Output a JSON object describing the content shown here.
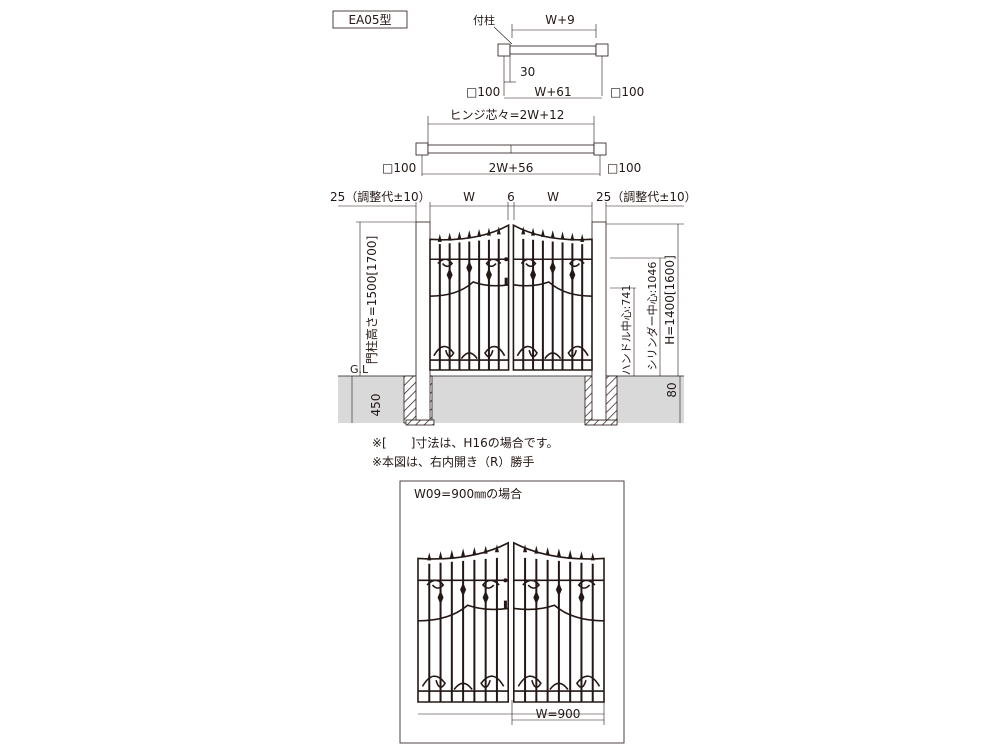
{
  "model_label": "EA05型",
  "top_view": {
    "post_label": "付柱",
    "width_label": "W+9",
    "offset_label": "30",
    "left_post": "□100",
    "right_post": "□100",
    "inner_width_label": "W+61"
  },
  "double_view": {
    "hinge_label": "ヒンジ芯々=2W+12",
    "left_post": "□100",
    "right_post": "□100",
    "inner_width_label": "2W+56"
  },
  "elevation": {
    "left_adjust": "25（調整代±10）",
    "right_adjust": "25（調整代±10）",
    "w_left": "W",
    "gap": "6",
    "w_right": "W",
    "post_height": "門柱高さ=1500[1700]",
    "gl_label": "G.L",
    "depth_label": "450",
    "handle_center": "ハンドル中心:741",
    "cylinder_center": "シリンダー中心:1046",
    "height_label": "H=1400[1600]",
    "ground_gap": "80"
  },
  "notes": [
    "※[　　]寸法は、H16の場合です。",
    "※本図は、右内開き（R）勝手"
  ],
  "example": {
    "title": "W09=900㎜の場合",
    "width_label": "W=900"
  }
}
